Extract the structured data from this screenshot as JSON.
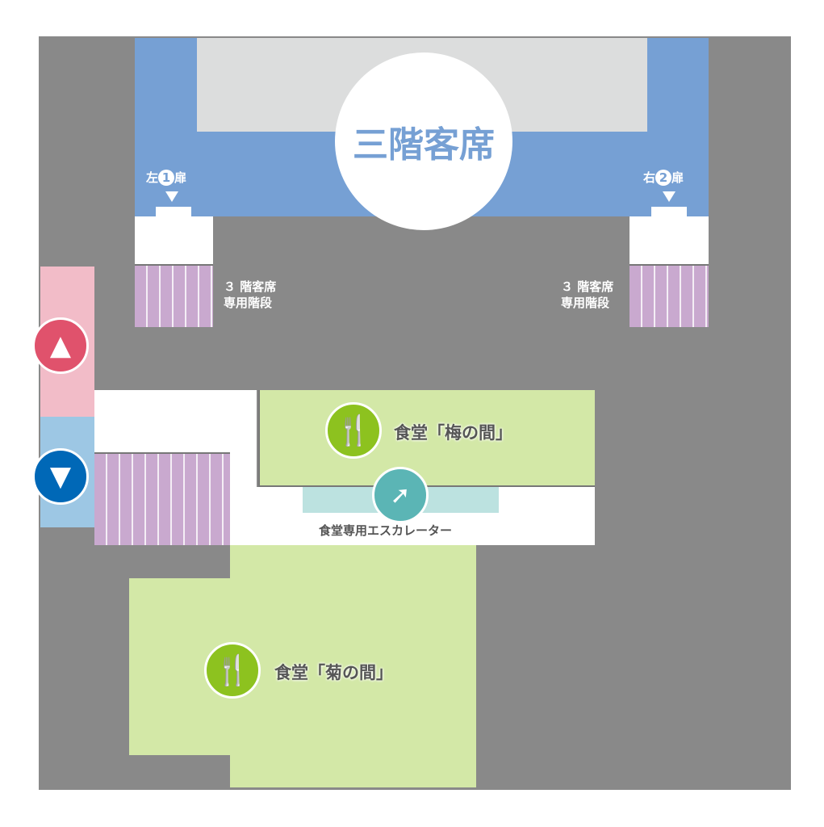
{
  "title": "三階客席",
  "doors": {
    "left": {
      "prefix": "左",
      "num": "1",
      "suffix": "扉"
    },
    "right": {
      "prefix": "右",
      "num": "2",
      "suffix": "扉"
    }
  },
  "stairs": {
    "left": [
      "３ 階客席",
      "専用階段"
    ],
    "right": [
      "３ 階客席",
      "専用階段"
    ]
  },
  "restrooms": {
    "female_icon": "female-restroom-icon",
    "male_icon": "male-restroom-icon"
  },
  "dining": {
    "ume": "食堂「梅の間」",
    "kiku": "食堂「菊の間」",
    "icon": "fork-knife-icon"
  },
  "escalator": {
    "label": "食堂専用エスカレーター",
    "icon": "escalator-icon"
  },
  "colors": {
    "floor": "#898989",
    "seats": "#76a0d4",
    "stage": "#dcdddd",
    "stairs": "#c9a9cf",
    "dining": "#d3e8a7",
    "dining_icon": "#8dc21f",
    "female": "#e0526c",
    "male": "#0068b7",
    "escalator": "#5bb5b5"
  }
}
